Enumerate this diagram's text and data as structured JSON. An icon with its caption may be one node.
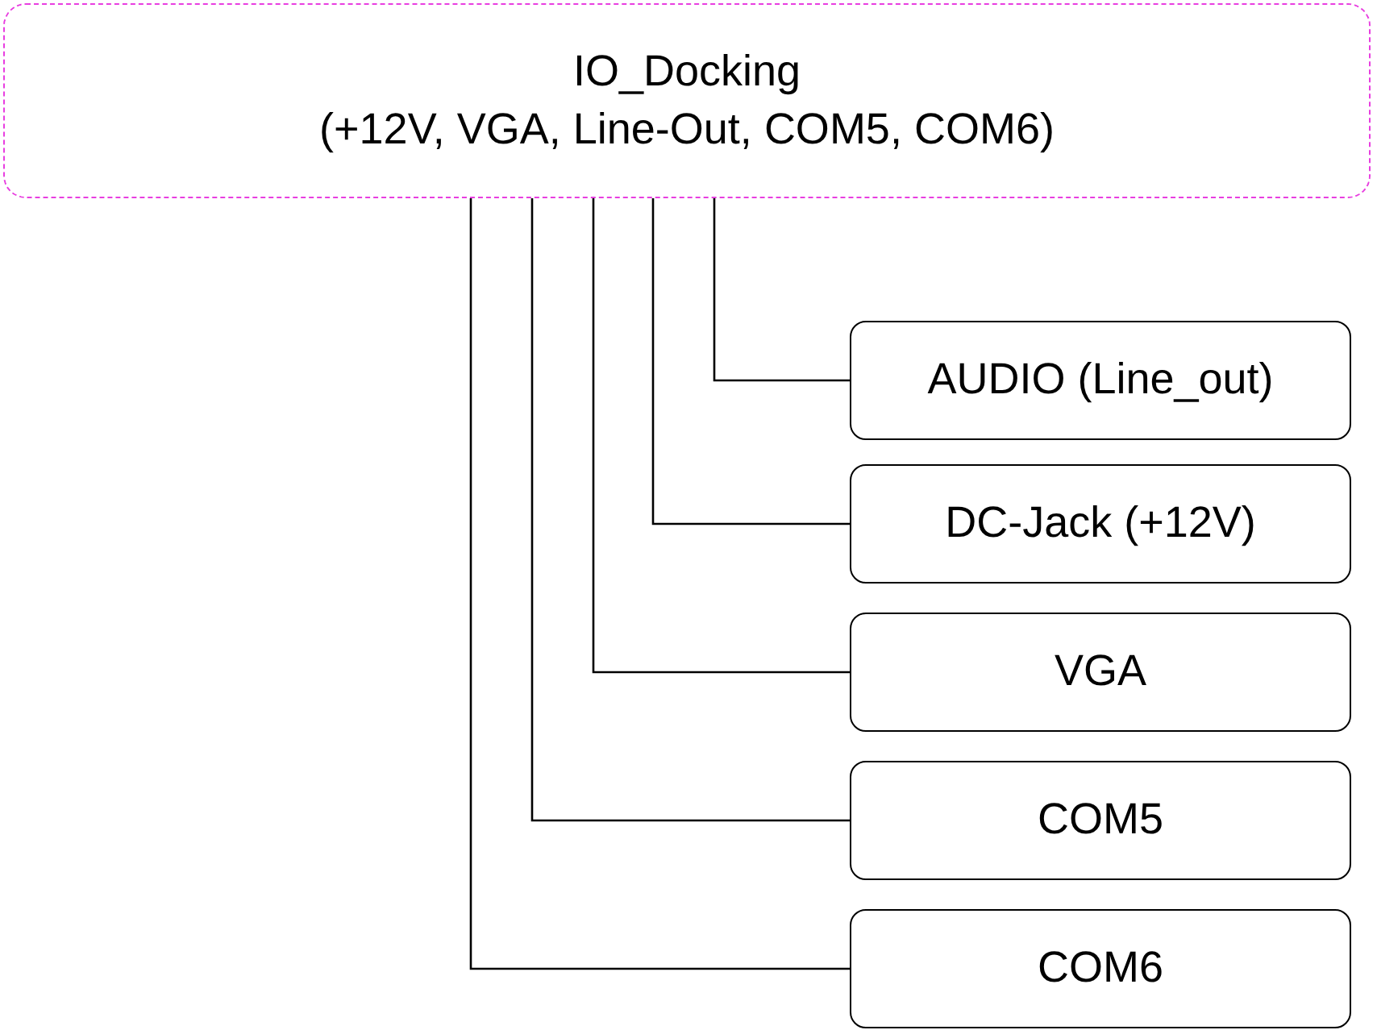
{
  "diagram": {
    "nodes": [
      {
        "text": [
          "IO_Docking",
          "(+12V, VGA, Line-Out, COM5, COM6)"
        ]
      },
      {
        "text": [
          "AUDIO (Line_out)"
        ]
      },
      {
        "text": [
          "DC-Jack (+12V)"
        ]
      },
      {
        "text": [
          "VGA"
        ]
      },
      {
        "text": [
          "COM5"
        ]
      },
      {
        "text": [
          "COM6"
        ]
      }
    ],
    "edges": [
      {
        "from": 0,
        "to": 1,
        "arrow": "none"
      },
      {
        "from": 0,
        "to": 2,
        "arrow": "none"
      },
      {
        "from": 0,
        "to": 3,
        "arrow": "none"
      },
      {
        "from": 0,
        "to": 4,
        "arrow": "none"
      },
      {
        "from": 0,
        "to": 5,
        "arrow": "none"
      }
    ]
  }
}
